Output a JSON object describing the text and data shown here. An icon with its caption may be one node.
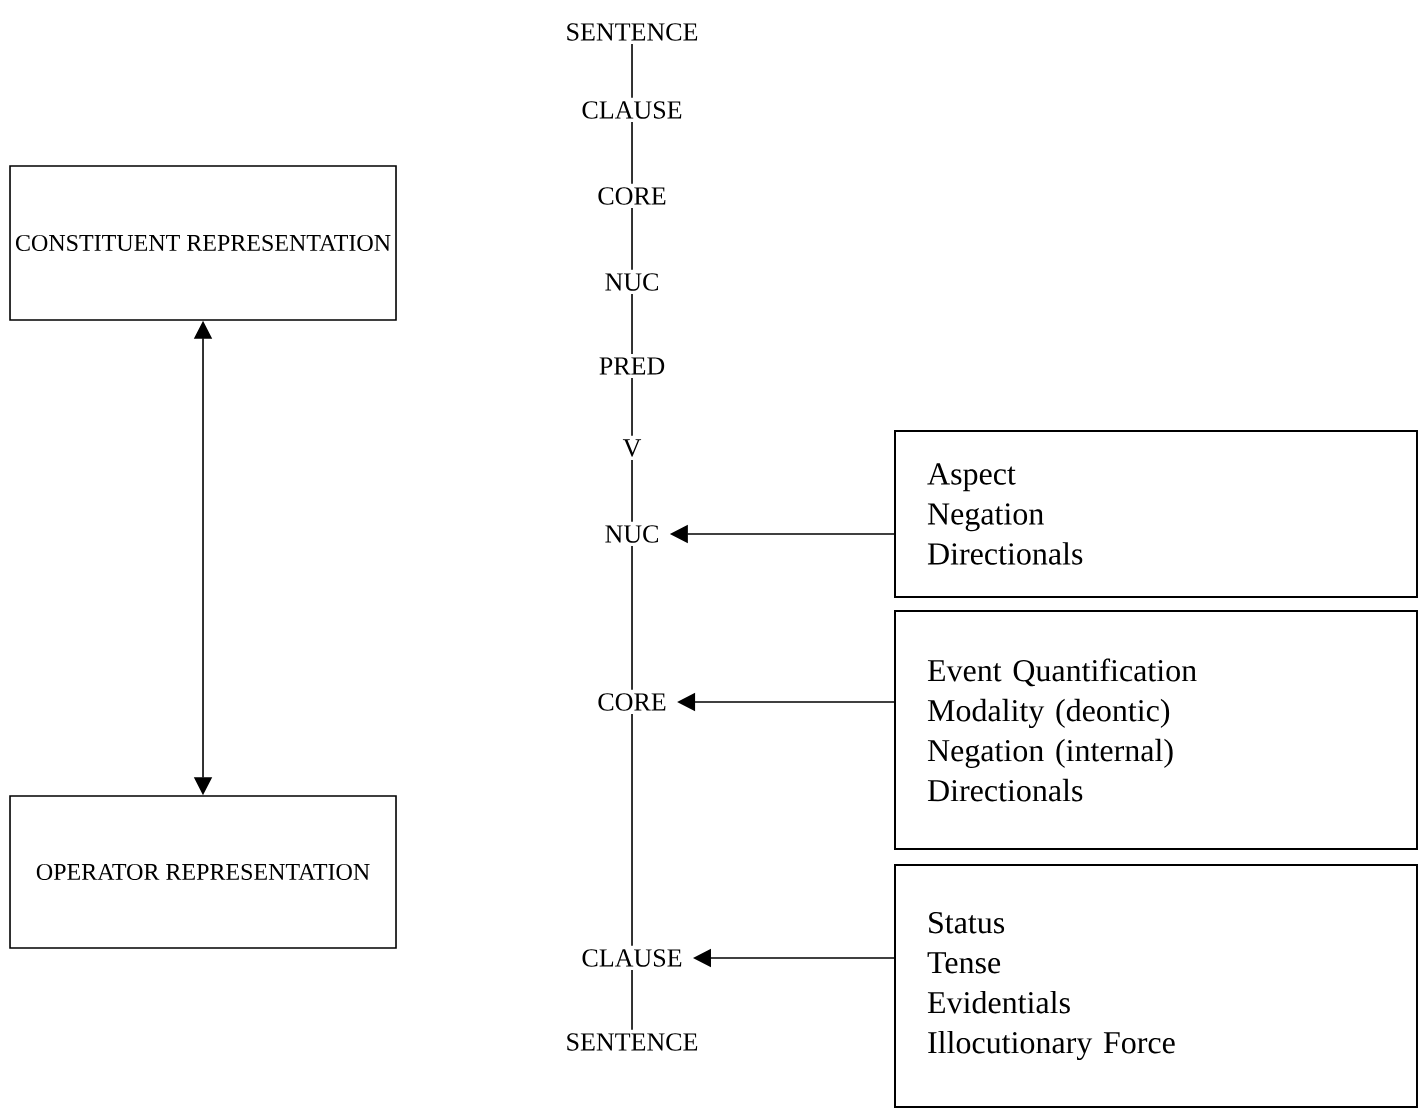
{
  "diagram": {
    "nodes": [
      {
        "text": [
          "CONSTITUENT REPRESENTATION"
        ]
      },
      {
        "text": [
          "OPERATOR REPRESENTATION"
        ]
      },
      {
        "text": [
          "SENTENCE"
        ]
      },
      {
        "text": [
          "CLAUSE"
        ]
      },
      {
        "text": [
          "CORE"
        ]
      },
      {
        "text": [
          "NUC"
        ]
      },
      {
        "text": [
          "PRED"
        ]
      },
      {
        "text": [
          "V"
        ]
      },
      {
        "text": [
          "NUC"
        ]
      },
      {
        "text": [
          "CORE"
        ]
      },
      {
        "text": [
          "CLAUSE"
        ]
      },
      {
        "text": [
          "SENTENCE"
        ]
      },
      {
        "text": [
          "Aspect",
          "Negation",
          "Directionals"
        ]
      },
      {
        "text": [
          "Event Quantification",
          "Modality (deontic)",
          "Negation (internal)",
          "Directionals"
        ]
      },
      {
        "text": [
          "Status",
          "Tense",
          "Evidentials",
          "Illocutionary Force"
        ]
      }
    ],
    "edges": [
      {
        "from": 1,
        "to": 0,
        "arrow": "both"
      },
      {
        "from": 2,
        "to": 3,
        "arrow": "none"
      },
      {
        "from": 3,
        "to": 4,
        "arrow": "none"
      },
      {
        "from": 4,
        "to": 5,
        "arrow": "none"
      },
      {
        "from": 5,
        "to": 6,
        "arrow": "none"
      },
      {
        "from": 6,
        "to": 7,
        "arrow": "none"
      },
      {
        "from": 7,
        "to": 8,
        "arrow": "none"
      },
      {
        "from": 8,
        "to": 9,
        "arrow": "none"
      },
      {
        "from": 9,
        "to": 10,
        "arrow": "none"
      },
      {
        "from": 10,
        "to": 11,
        "arrow": "none"
      },
      {
        "from": 12,
        "to": 8,
        "arrow": "to"
      },
      {
        "from": 13,
        "to": 9,
        "arrow": "to"
      },
      {
        "from": 14,
        "to": 10,
        "arrow": "to"
      }
    ]
  }
}
